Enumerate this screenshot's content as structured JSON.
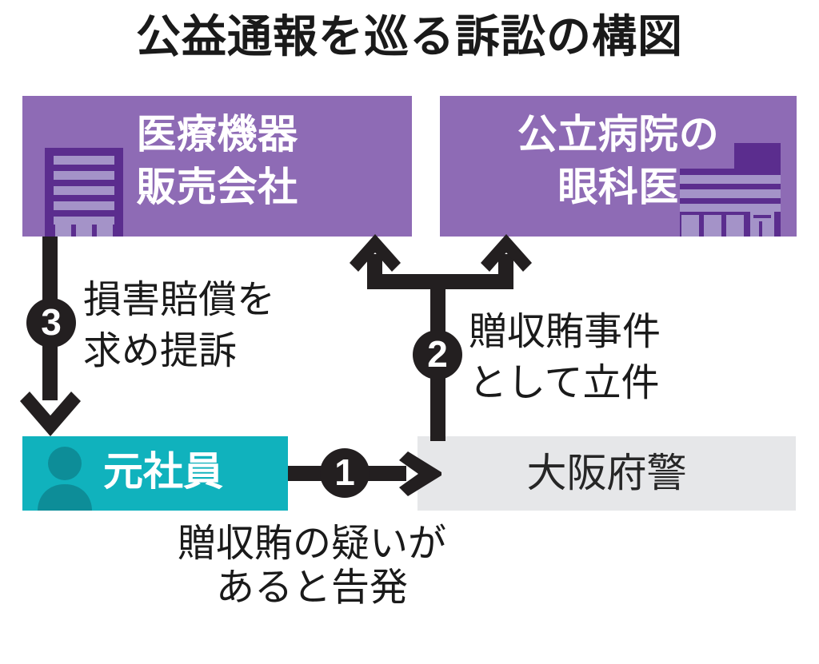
{
  "title": "公益通報を巡る訴訟の構図",
  "colors": {
    "purple": "#8e6bb5",
    "purple_dark": "#5b2d8e",
    "purple_light": "#a493c8",
    "teal": "#10b2bd",
    "teal_dark": "#0d8d98",
    "gray": "#e6e7e9",
    "ink": "#231f20",
    "white": "#ffffff"
  },
  "nodes": {
    "company": {
      "label": "医療機器\n販売会社",
      "line1": "医療機器",
      "line2": "販売会社",
      "icon": "office-building-icon",
      "fill": "#8e6bb5"
    },
    "doctor": {
      "label": "公立病院の\n眼科医",
      "line1": "公立病院の",
      "line2": "眼科医",
      "icon": "hospital-building-icon",
      "fill": "#8e6bb5"
    },
    "ex_employee": {
      "label": "元社員",
      "icon": "person-icon",
      "fill": "#10b2bd"
    },
    "police": {
      "label": "大阪府警",
      "fill": "#e6e7e9"
    }
  },
  "steps": [
    {
      "number": "1",
      "badge": "①",
      "from": "ex_employee",
      "to": "police",
      "label": "",
      "caption": "贈収賄の疑いが\nあると告発"
    },
    {
      "number": "2",
      "badge": "②",
      "from": "police",
      "to": "company / doctor",
      "label": "贈収賄事件\nとして立件",
      "label_line1": "贈収賄事件",
      "label_line2": "として立件"
    },
    {
      "number": "3",
      "badge": "③",
      "from": "company",
      "to": "ex_employee",
      "label": "損害賠償を\n求め提訴",
      "label_line1": "損害賠償を",
      "label_line2": "求め提訴"
    }
  ],
  "caption": "贈収賄の疑いが\nあると告発"
}
